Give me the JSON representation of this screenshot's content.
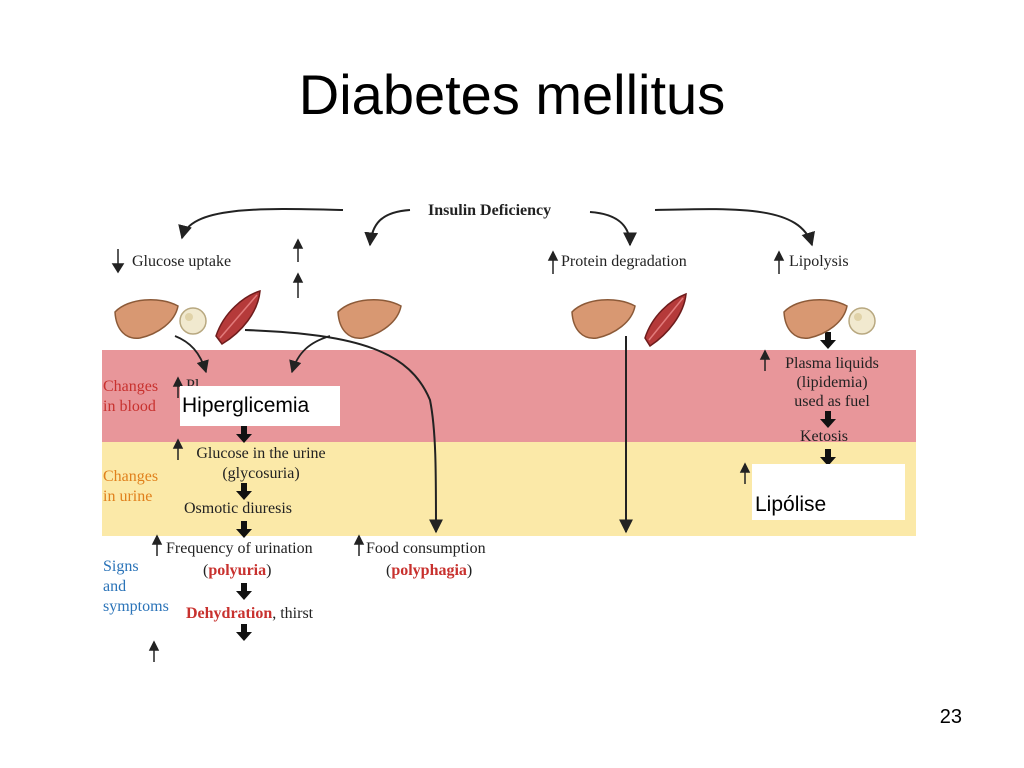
{
  "slide": {
    "title": "Diabetes mellitus",
    "page_number": "23"
  },
  "diagram": {
    "top_label": "Insulin Deficiency",
    "row_effects": {
      "glucose_uptake": "Glucose uptake",
      "protein_degradation": "Protein degradation",
      "lipolysis": "Lipolysis"
    },
    "zones": {
      "blood": "Changes\nin blood",
      "urine": "Changes\nin urine",
      "signs": "Signs\nand\nsymptoms"
    },
    "hidden_fragment": "Pl",
    "overlay_boxes": {
      "hyperglycemia": "Hiperglicemia",
      "lipolysis": "Lipólise"
    },
    "fat_pathway": {
      "plasma_liquids": "Plasma liquids\n(lipidemia)\nused as fuel",
      "ketosis": "Ketosis"
    },
    "urine_pathway": {
      "glucose_urine": "Glucose in the urine\n(glycosuria)",
      "osmotic": "Osmotic diuresis"
    },
    "signs": {
      "frequency": "Frequency of urination",
      "polyuria": "polyuria",
      "food": "Food consumption",
      "polyphagia": "polyphagia",
      "dehydration": "Dehydration",
      "thirst": ", thirst"
    },
    "colors": {
      "blood_band": "#e8969a",
      "urine_band": "#fbe9a8",
      "red_text": "#c8312e",
      "orange_text": "#e0801c",
      "blue_text": "#2a73b8"
    }
  }
}
